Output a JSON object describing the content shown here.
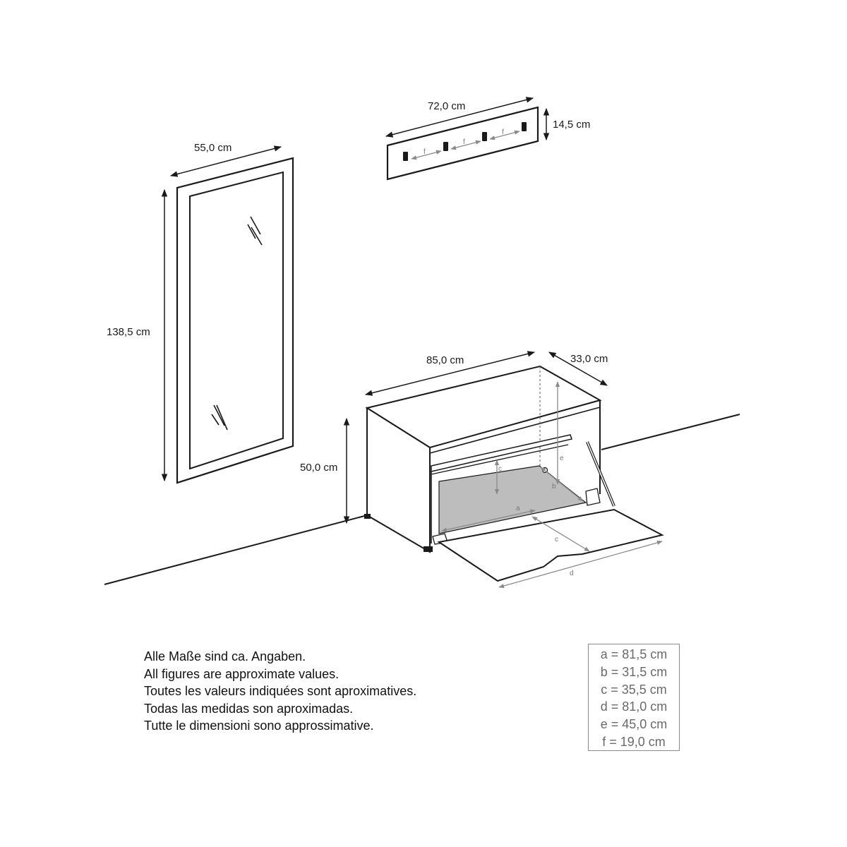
{
  "mirror": {
    "width_label": "55,0 cm",
    "height_label": "138,5 cm"
  },
  "coat_rack": {
    "width_label": "72,0 cm",
    "height_label": "14,5 cm",
    "hook_spacing_marker": "f"
  },
  "bench": {
    "width_label": "85,0 cm",
    "depth_label": "33,0 cm",
    "height_label": "50,0 cm",
    "inner_labels": {
      "a": "a",
      "b": "b",
      "c_inner": "c",
      "c_flap": "c",
      "d": "d",
      "e": "e"
    }
  },
  "notes": [
    "Alle Maße sind ca. Angaben.",
    "All figures are approximate values.",
    "Toutes les valeurs indiquées sont aproximatives.",
    "Todas las medidas son aproximadas.",
    "Tutte le dimensioni sono approssimative."
  ],
  "legend": [
    "a = 81,5 cm",
    "b = 31,5 cm",
    "c = 35,5 cm",
    "d = 81,0 cm",
    "e = 45,0 cm",
    "f  = 19,0 cm"
  ],
  "colors": {
    "line": "#1a1a1a",
    "dimension_gray": "#8a8a8a",
    "shelf_fill": "#bdbdbd",
    "legend_text": "#6a6a6a"
  }
}
